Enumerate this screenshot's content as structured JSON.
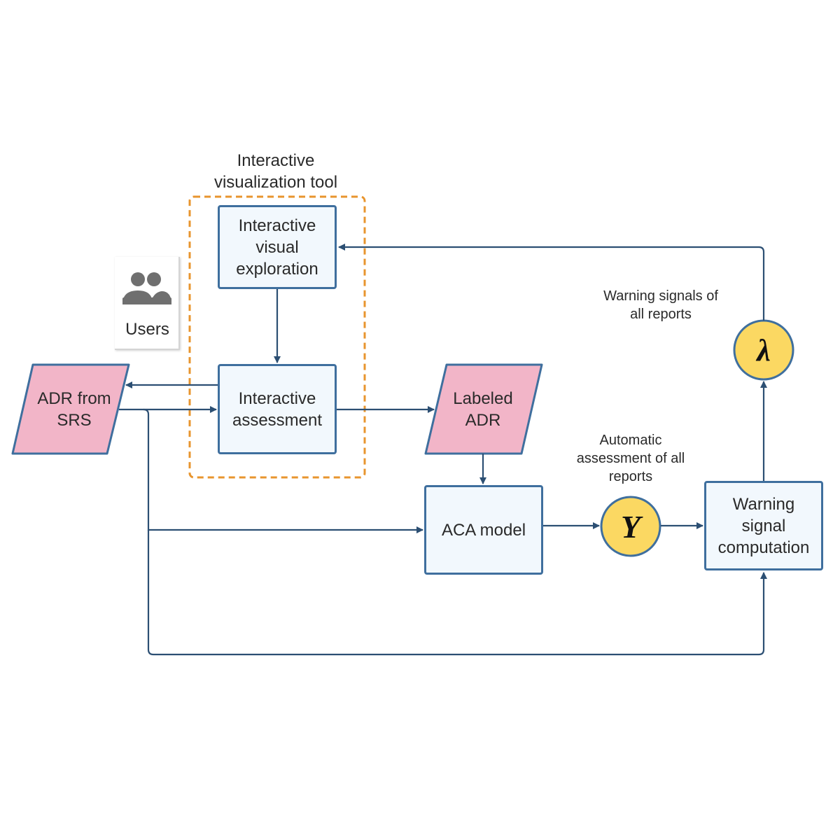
{
  "group": {
    "title": "Interactive\nvisualization tool"
  },
  "nodes": {
    "exploration": "Interactive\nvisual\nexploration",
    "assessment": "Interactive\nassessment",
    "adr_srs": "ADR from\nSRS",
    "labeled_adr": "Labeled\nADR",
    "aca_model": "ACA model",
    "warning_computation": "Warning\nsignal\ncomputation",
    "y_symbol": "Y",
    "lambda_symbol": "λ"
  },
  "users": {
    "label": "Users",
    "icon": "users-icon"
  },
  "annotations": {
    "warning_signals": "Warning signals of\nall reports",
    "automatic_assessment": "Automatic\nassessment of all\nreports"
  },
  "colors": {
    "box_fill": "#f2f8fd",
    "box_stroke": "#3f6f9e",
    "parallelogram_fill": "#f2b5c8",
    "circle_fill": "#fbd862",
    "group_border": "#e8952e",
    "arrow": "#2c4f73"
  }
}
